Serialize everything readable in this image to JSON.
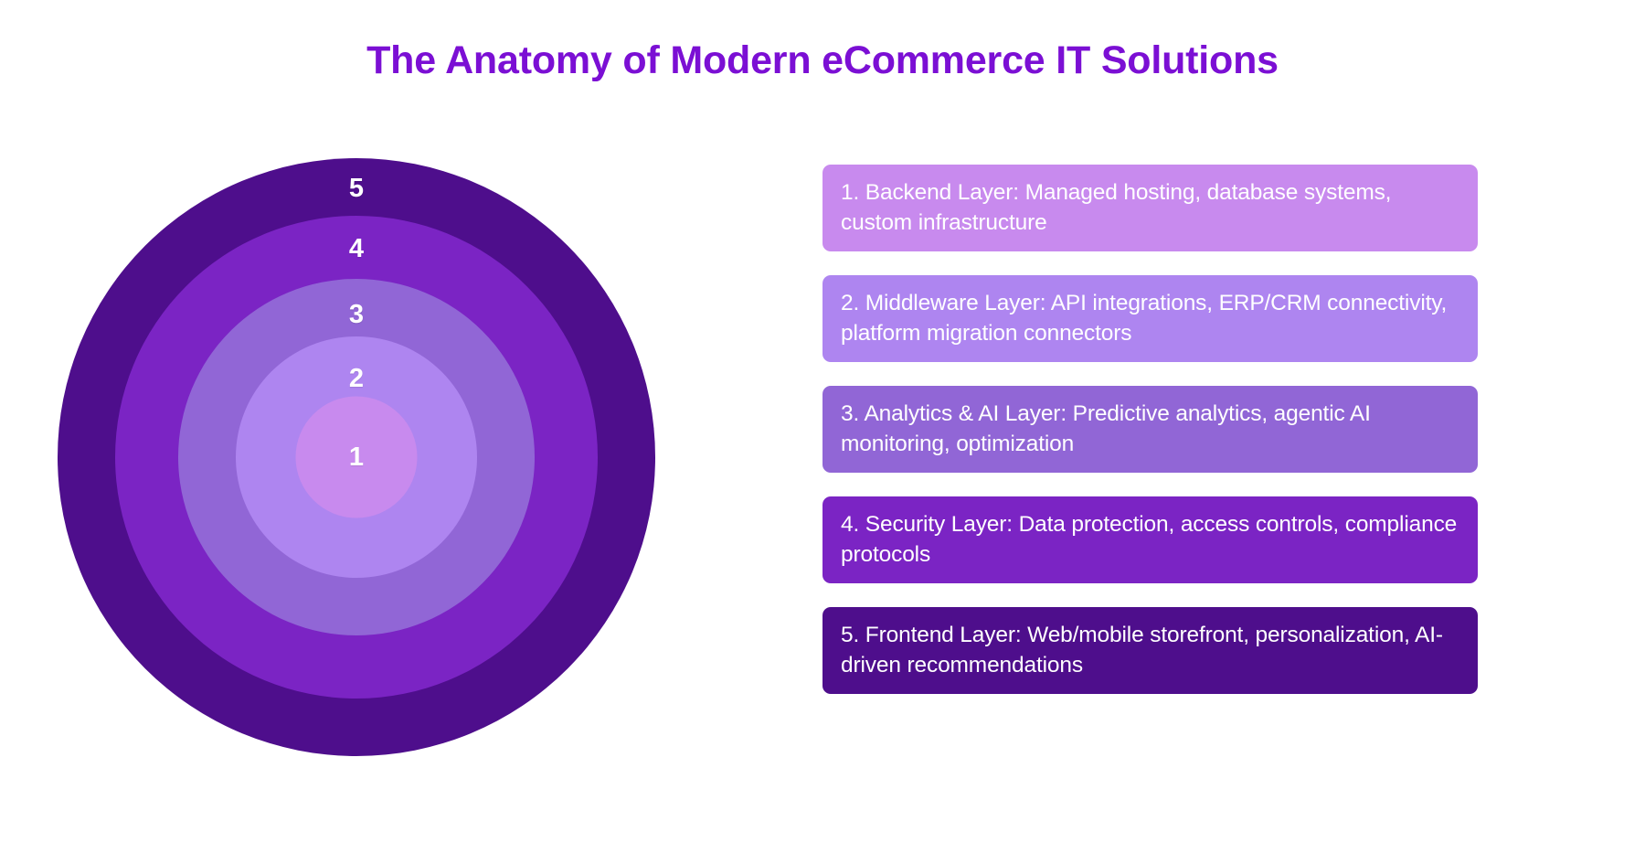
{
  "title": "The Anatomy of Modern eCommerce IT Solutions",
  "palette": {
    "title_color": "#7B0FD4",
    "background": "#FFFFFF",
    "label_color": "#FFFFFF"
  },
  "chart_data": {
    "type": "pie",
    "title": "The Anatomy of Modern eCommerce IT Solutions",
    "subtitle": "",
    "xlabel": "",
    "ylabel": "",
    "legend_position": "right",
    "grid": false,
    "note": "Concentric (nested bullseye) diagram: 5 stacked layers drawn as circles of decreasing radius; layer 1 is the innermost circle, layer 5 the outermost ring.",
    "categories": [
      "1",
      "2",
      "3",
      "4",
      "5"
    ],
    "values": [
      58,
      115,
      170,
      230,
      285
    ],
    "series": [
      {
        "name": "Layer radius (px)",
        "values": [
          58,
          115,
          170,
          230,
          285
        ]
      }
    ],
    "layers": [
      {
        "number": "1",
        "radius": 58,
        "color": "#C88AEE",
        "name": "Backend Layer",
        "description": "Managed hosting, database systems, custom infrastructure",
        "label": "1. Backend Layer: Managed hosting, database systems, custom infrastructure"
      },
      {
        "number": "2",
        "radius": 115,
        "color": "#AE85F0",
        "name": "Middleware Layer",
        "description": "API integrations, ERP/CRM connectivity, platform migration connectors",
        "label": "2. Middleware Layer: API integrations, ERP/CRM connectivity, platform migration connectors"
      },
      {
        "number": "3",
        "radius": 170,
        "color": "#9166D6",
        "name": "Analytics & AI Layer",
        "description": "Predictive analytics, agentic AI monitoring, optimization",
        "label": "3. Analytics & AI Layer: Predictive analytics, agentic AI monitoring, optimization"
      },
      {
        "number": "4",
        "radius": 230,
        "color": "#7B24C4",
        "name": "Security Layer",
        "description": "Data protection, access controls, compliance protocols",
        "label": "4. Security Layer: Data protection, access controls, compliance protocols"
      },
      {
        "number": "5",
        "radius": 285,
        "color": "#4E0E8C",
        "name": "Frontend Layer",
        "description": "Web/mobile storefront, personalization, AI-driven recommendations",
        "label": "5. Frontend Layer: Web/mobile storefront, personalization, AI-driven recommendations"
      }
    ]
  }
}
